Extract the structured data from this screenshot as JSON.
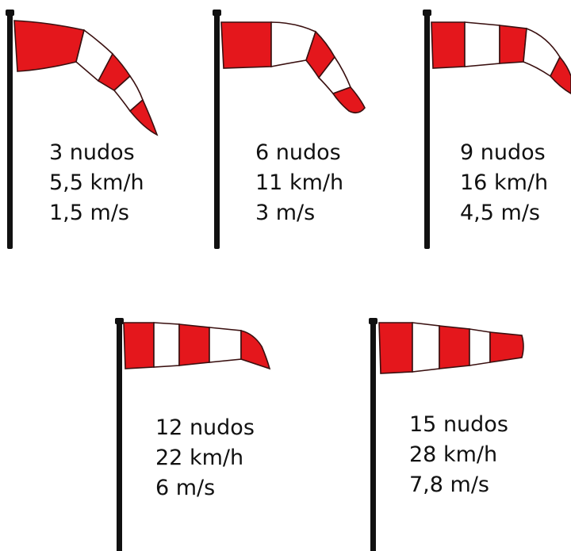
{
  "colors": {
    "sock_red": "#e4171c",
    "sock_white": "#ffffff",
    "pole": "#111111",
    "text": "#111111"
  },
  "windsocks": [
    {
      "knots": "3 nudos",
      "kmh": "5,5 km/h",
      "ms": "1,5 m/s"
    },
    {
      "knots": "6 nudos",
      "kmh": "11 km/h",
      "ms": "3 m/s"
    },
    {
      "knots": "9 nudos",
      "kmh": "16 km/h",
      "ms": "4,5 m/s"
    },
    {
      "knots": "12 nudos",
      "kmh": "22 km/h",
      "ms": "6 m/s"
    },
    {
      "knots": "15 nudos",
      "kmh": "28 km/h",
      "ms": "7,8 m/s"
    }
  ]
}
